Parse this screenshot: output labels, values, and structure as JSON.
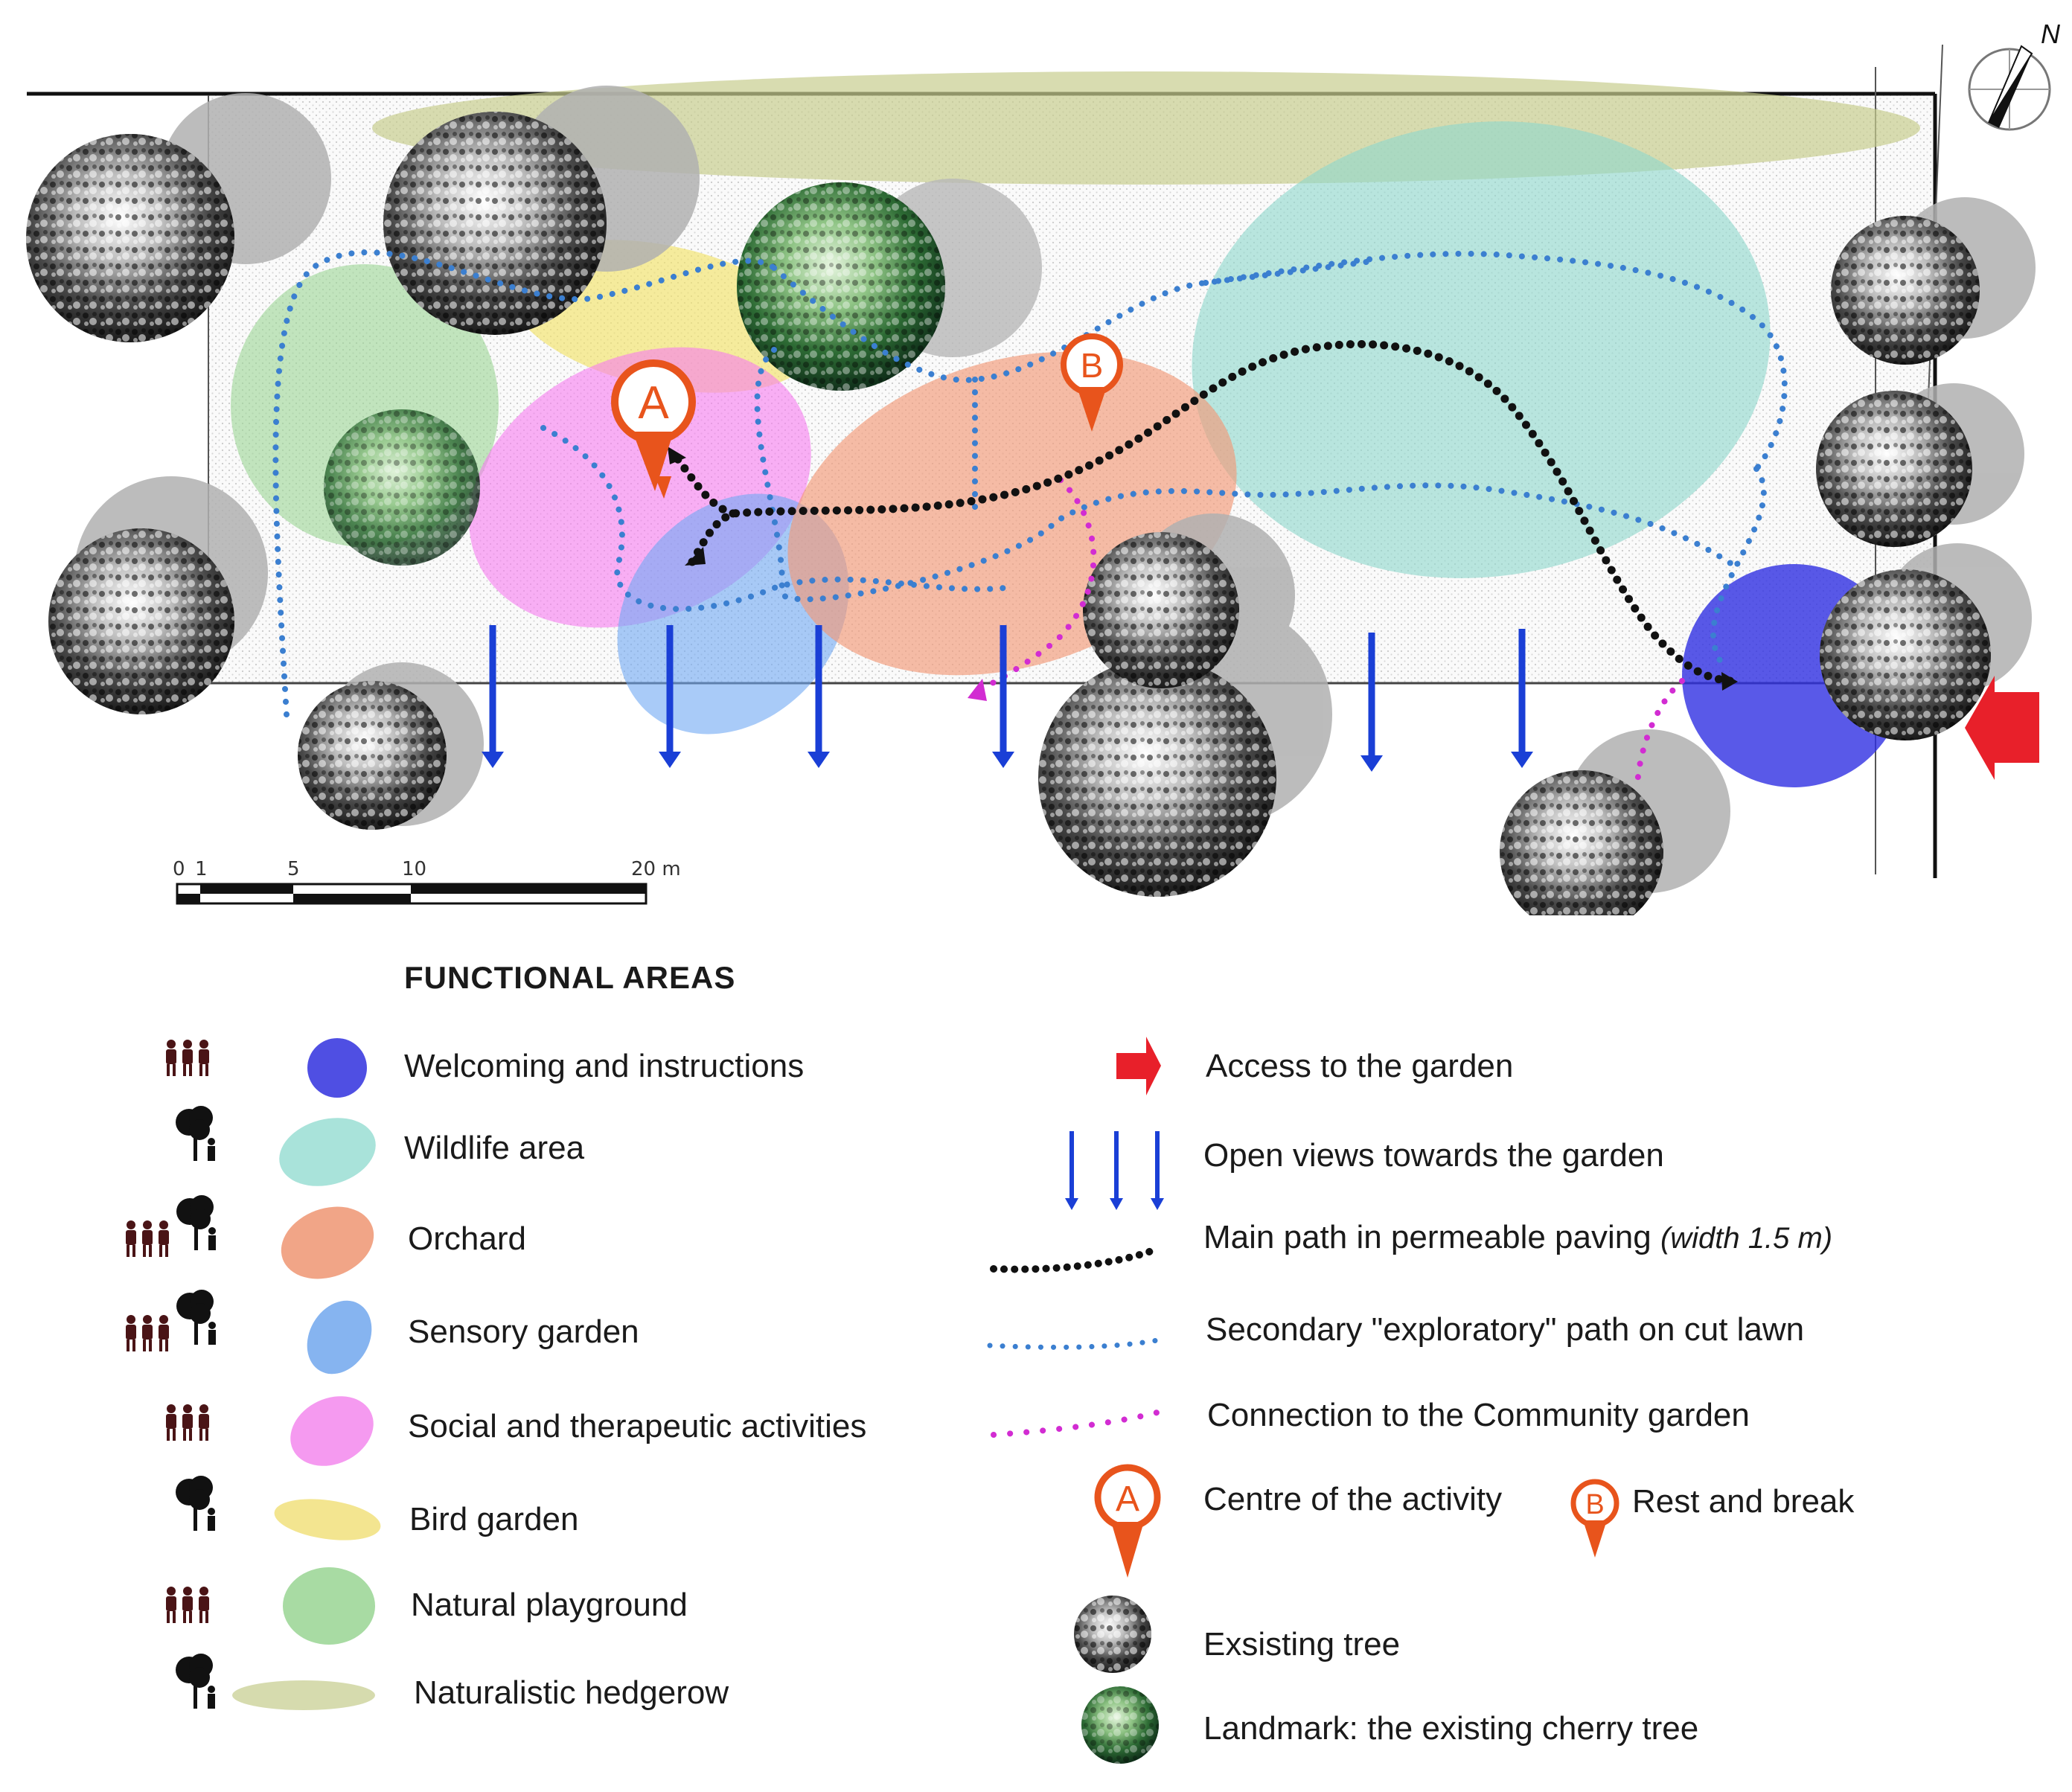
{
  "legend": {
    "title": "FUNCTIONAL AREAS",
    "areas": [
      {
        "label": "Welcoming and instructions",
        "color": "#3c3ce0",
        "users": "people"
      },
      {
        "label": "Wildlife area",
        "color": "#a9e3da",
        "users": "tree"
      },
      {
        "label": "Orchard",
        "color": "#f1a587",
        "users": "people-tree"
      },
      {
        "label": "Sensory garden",
        "color": "#86b4f0",
        "users": "people-tree"
      },
      {
        "label": "Social and therapeutic activities",
        "color": "#f59af0",
        "users": "people"
      },
      {
        "label": "Bird garden",
        "color": "#f3e590",
        "users": "tree"
      },
      {
        "label": "Natural playground",
        "color": "#a8dba3",
        "users": "people"
      },
      {
        "label": "Naturalistic hedgerow",
        "color": "#d6dbae",
        "users": "tree"
      }
    ],
    "symbols": {
      "access": "Access to the garden",
      "views": "Open views towards the garden",
      "main_path": "Main path in permeable paving",
      "main_path_note": "(width 1.5 m)",
      "secondary_path": "Secondary \"exploratory\" path on cut lawn",
      "connection": "Connection to the Community garden",
      "centre": "Centre of the activity",
      "rest": "Rest and break",
      "tree": "Exsisting tree",
      "landmark": "Landmark: the existing cherry tree"
    }
  },
  "markers": {
    "a": "A",
    "b": "B"
  },
  "scale_bar": {
    "labels": [
      "0",
      "1",
      "5",
      "10",
      "20 m"
    ]
  },
  "north": "N",
  "colors": {
    "access_arrow": "#e8202a",
    "view_arrow": "#1a3fd6",
    "marker": "#e8541c",
    "secondary_path": "#3b7fd0",
    "connection": "#d22cd2",
    "main_path": "#111111"
  }
}
